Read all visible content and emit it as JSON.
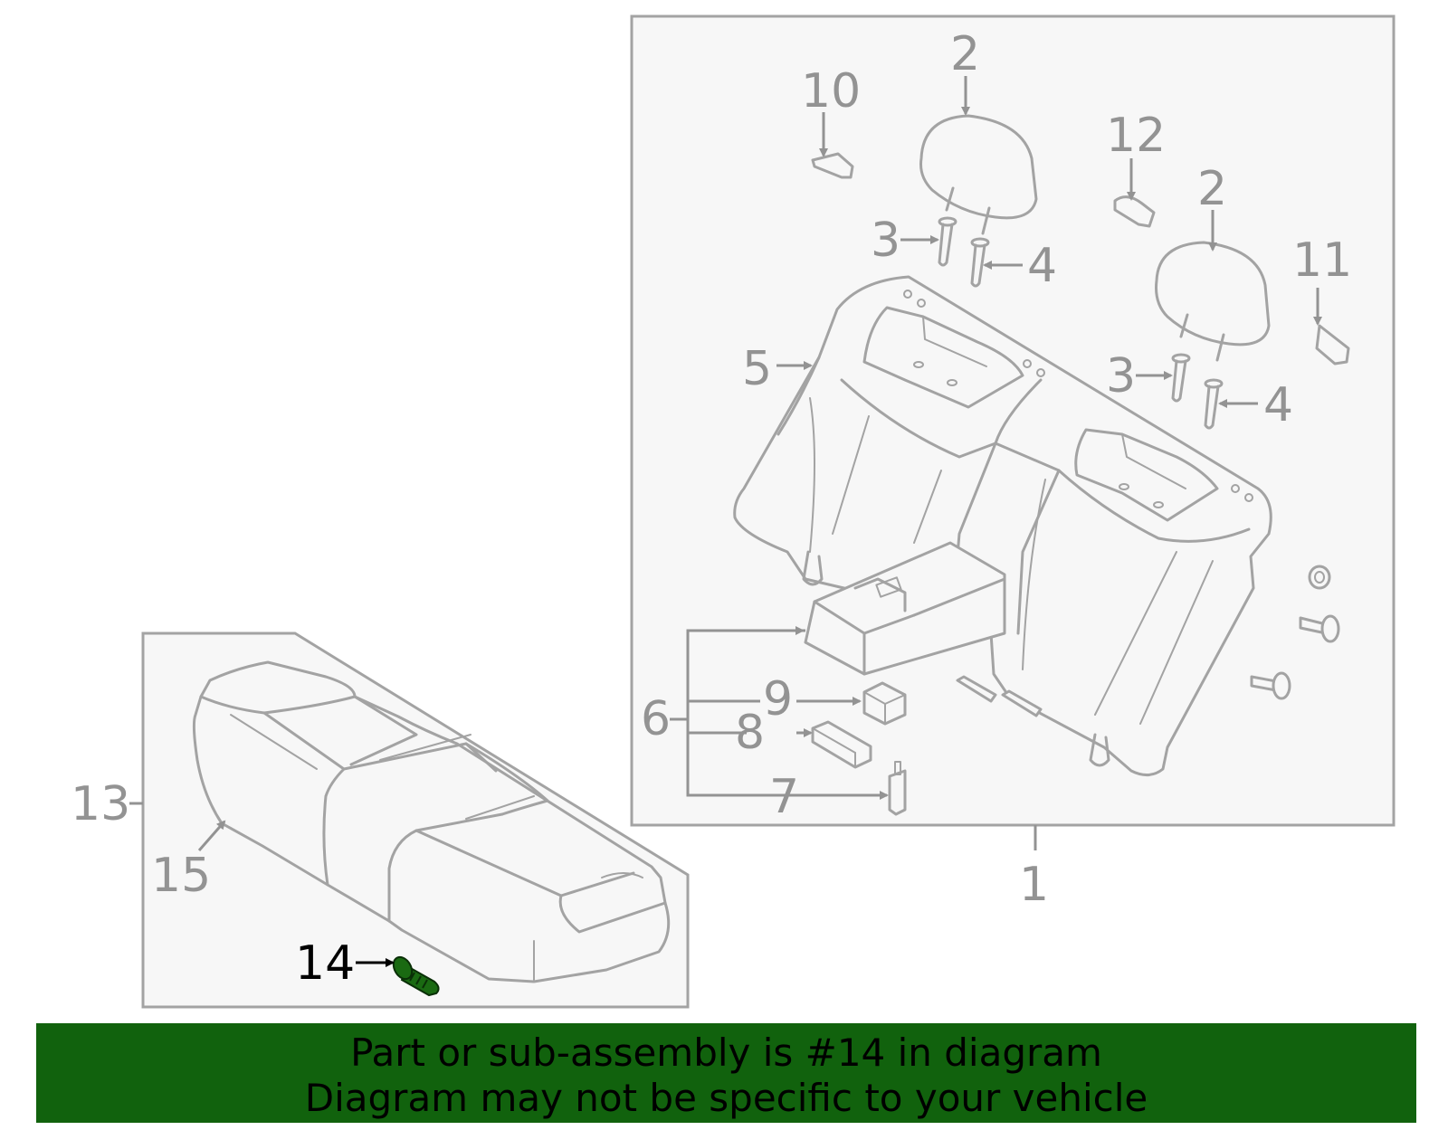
{
  "diagram": {
    "callouts": {
      "c1": "1",
      "c2a": "2",
      "c2b": "2",
      "c3a": "3",
      "c3b": "3",
      "c4a": "4",
      "c4b": "4",
      "c5": "5",
      "c6": "6",
      "c7": "7",
      "c8": "8",
      "c9": "9",
      "c10": "10",
      "c11": "11",
      "c12": "12",
      "c13": "13",
      "c14": "14",
      "c15": "15"
    },
    "highlighted_part": "14",
    "colors": {
      "line": "#a3a3a3",
      "callout": "#939393",
      "panel_fill": "#f7f7f7",
      "highlight_part": "#1a6a12",
      "banner_bg": "#11620d"
    }
  },
  "banner": {
    "line1": "Part or sub-assembly is #14 in diagram",
    "line2": "Diagram may not be specific to your vehicle"
  }
}
